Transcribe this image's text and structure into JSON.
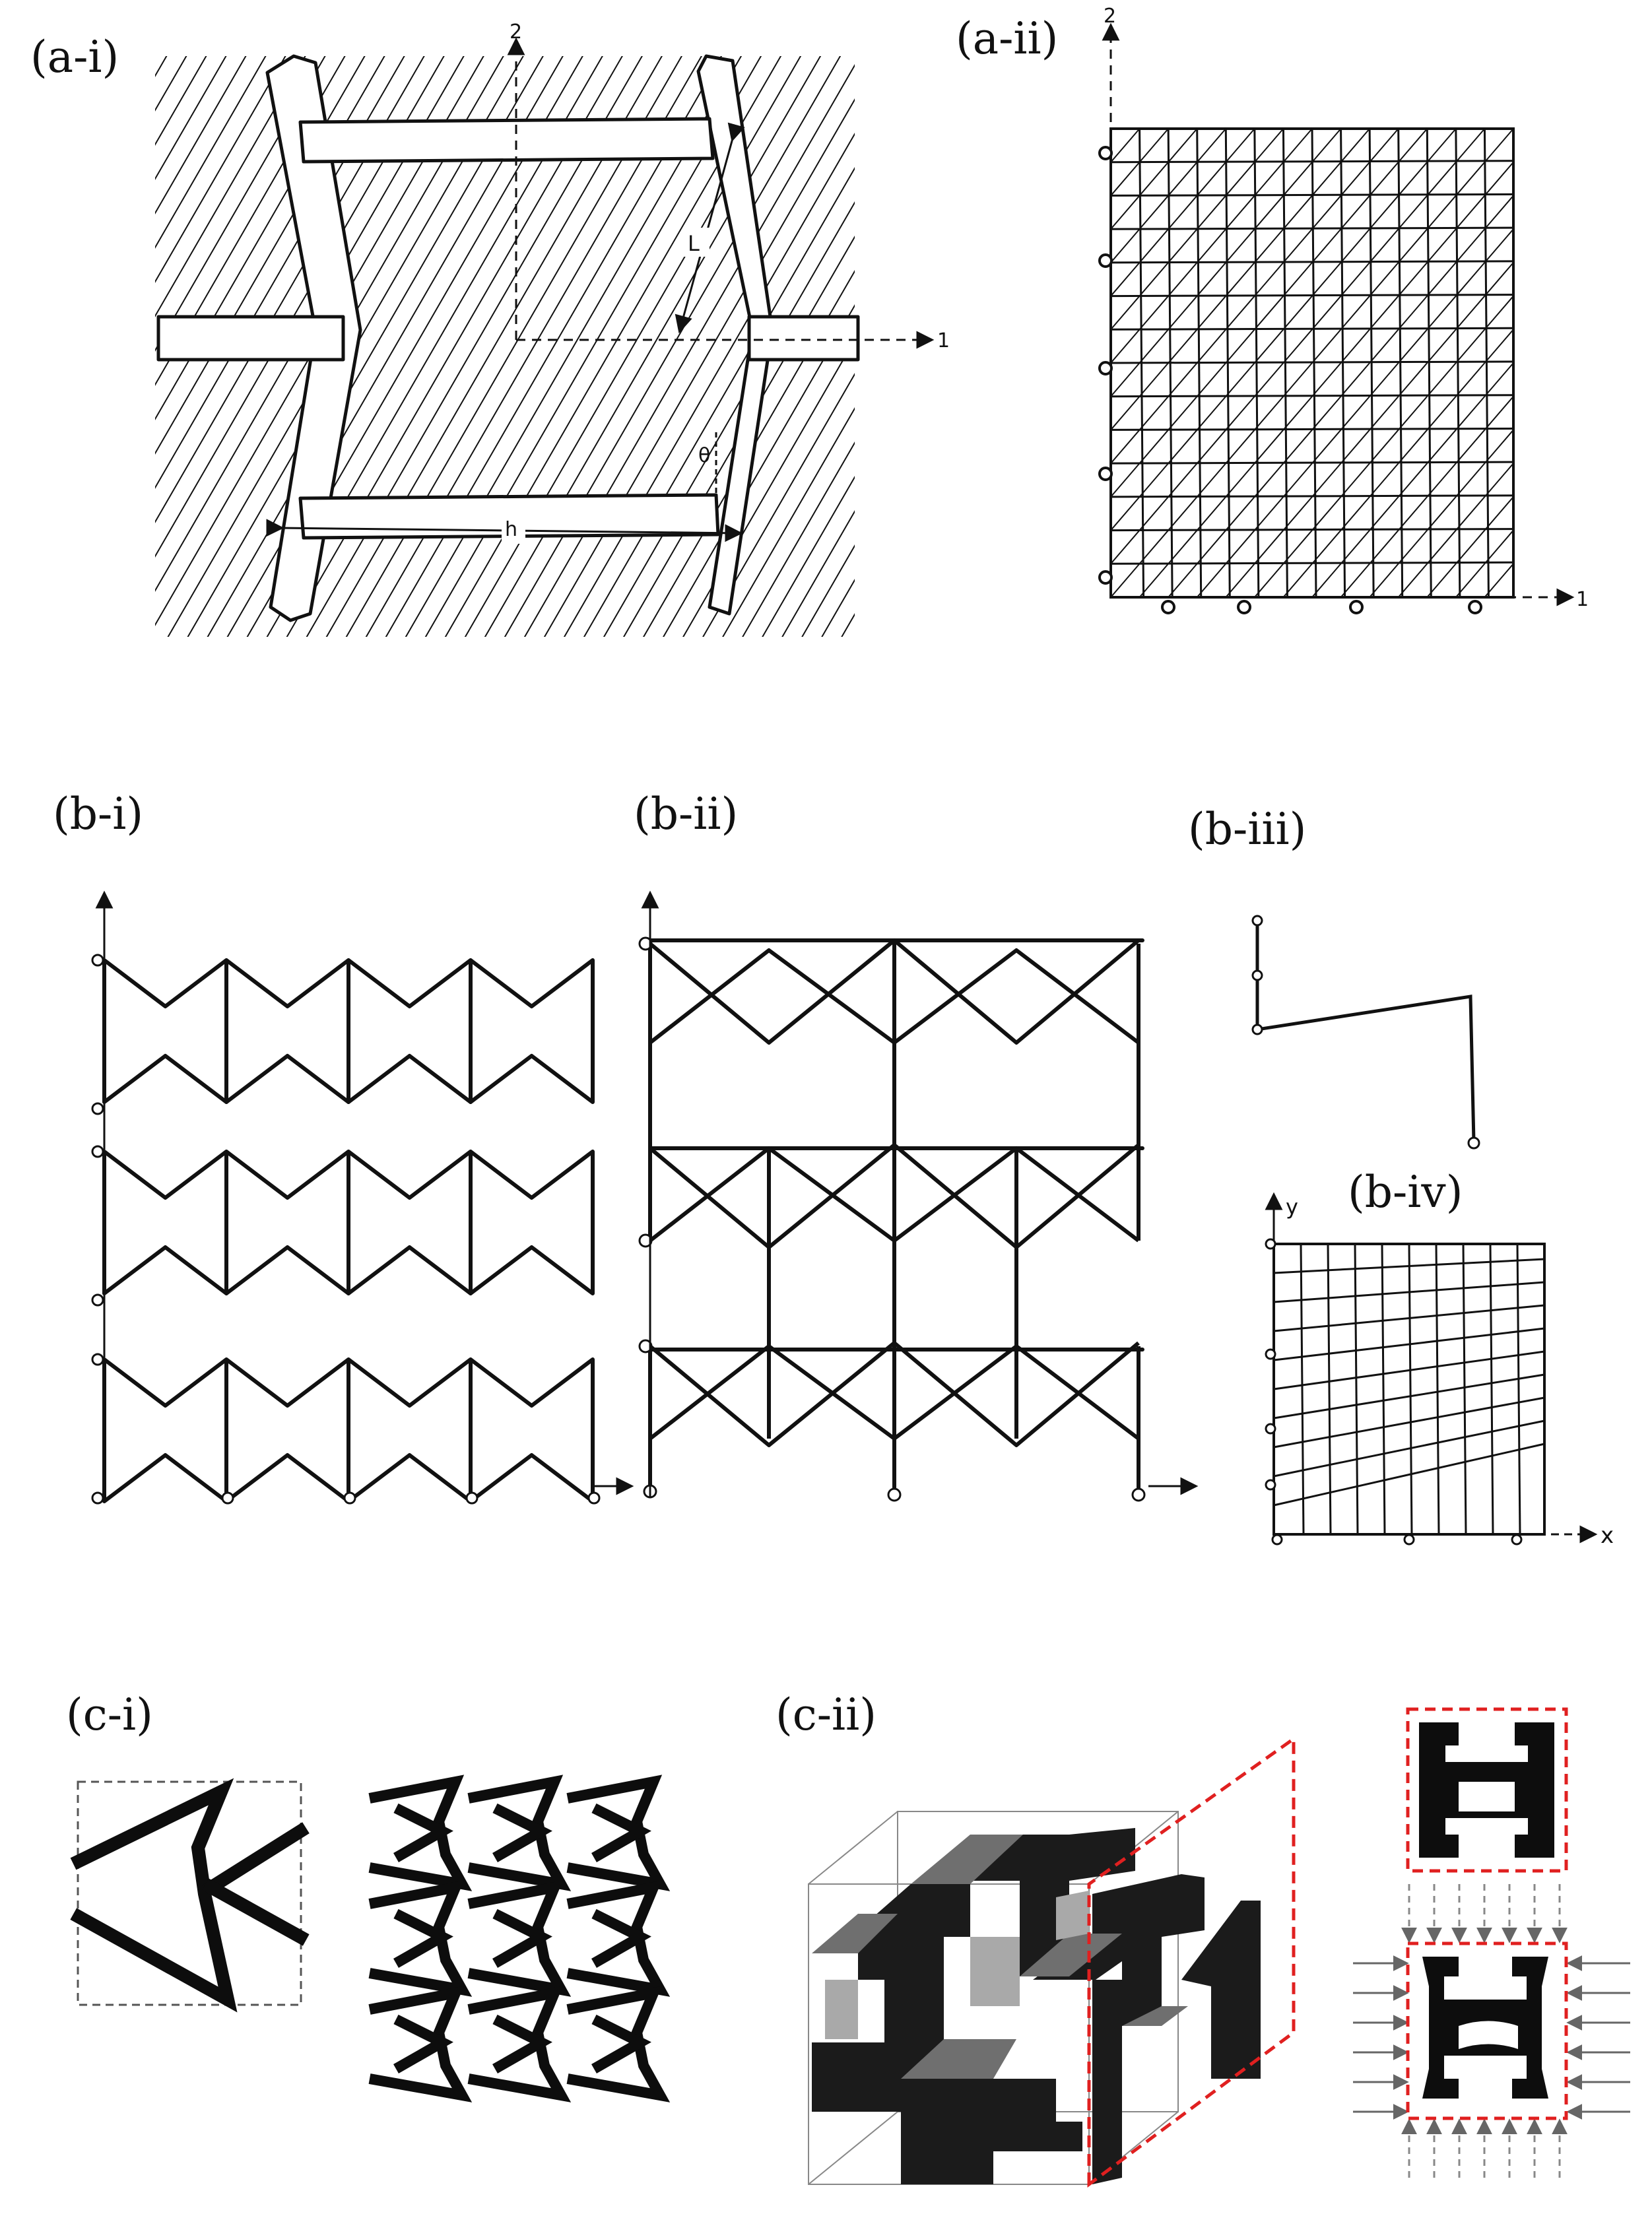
{
  "panels": {
    "a_i": "(a-i)",
    "a_ii": "(a-ii)",
    "b_i": "(b-i)",
    "b_ii": "(b-ii)",
    "b_iii": "(b-iii)",
    "b_iv": "(b-iv)",
    "c_i": "(c-i)",
    "c_ii": "(c-ii)"
  },
  "a_i": {
    "axis_1": "1",
    "axis_2": "2",
    "dim_L": "L",
    "dim_h": "h",
    "angle": "θ"
  },
  "a_ii": {
    "axis_1": "1",
    "axis_2": "2"
  },
  "b_iv": {
    "axis_x": "x",
    "axis_y": "y"
  },
  "colors": {
    "line": "#111111",
    "grid": "#999999",
    "dash_red": "#e02020",
    "solid": "#0d0d0d"
  }
}
